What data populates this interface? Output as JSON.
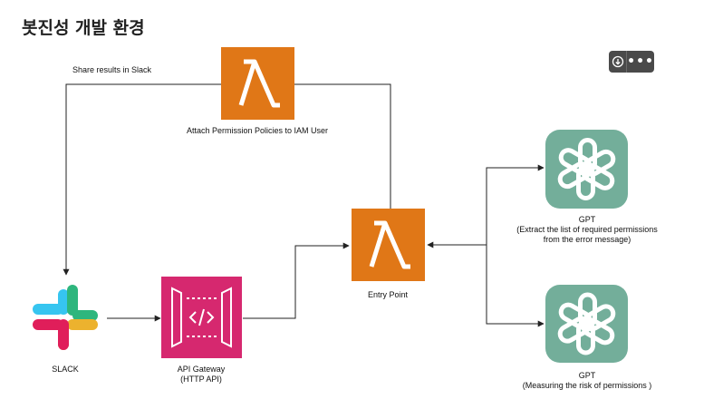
{
  "title": "봇진성 개발 환경",
  "toolbar": {
    "download_icon": "download-icon",
    "more_icon": "more-icon",
    "more_label": "•••"
  },
  "diagram": {
    "share_label": "Share results in Slack",
    "attach_lambda_label": "Attach Permission Policies to IAM User",
    "entry_lambda_label": "Entry Point",
    "slack_label": "SLACK",
    "apigw_label_1": "API Gateway",
    "apigw_label_2": "(HTTP API)",
    "gpt1_label_1": "GPT",
    "gpt1_label_2": "(Extract the list of required permissions",
    "gpt1_label_3": "from the error message)",
    "gpt2_label_1": "GPT",
    "gpt2_label_2": "(Measuring the risk of permissions )"
  },
  "colors": {
    "lambda_orange": "#E07717",
    "apigw_pink": "#D6286F",
    "gpt_green": "#73AE9A",
    "slack_blue": "#36C5F0",
    "slack_green": "#2EB67D",
    "slack_red": "#E01E5A",
    "slack_yellow": "#ECB22E",
    "line": "#222222"
  }
}
